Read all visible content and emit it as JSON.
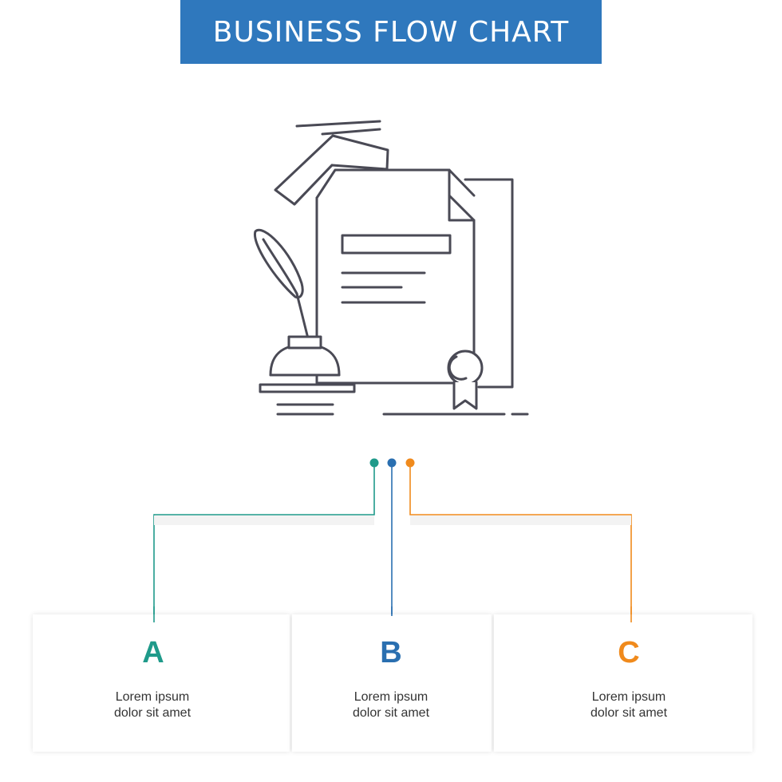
{
  "title": "BUSINESS FLOW CHART",
  "colors": {
    "banner": "#2f78bd",
    "A": "#1f9a8a",
    "B": "#2a6fb0",
    "C": "#f08a1c",
    "icon_stroke": "#4a4a55"
  },
  "icon": "certificate-with-graduation-cap-quill-and-inkwell-icon",
  "options": [
    {
      "letter": "A",
      "line1": "Lorem ipsum",
      "line2": "dolor sit amet"
    },
    {
      "letter": "B",
      "line1": "Lorem ipsum",
      "line2": "dolor sit amet"
    },
    {
      "letter": "C",
      "line1": "Lorem ipsum",
      "line2": "dolor sit amet"
    }
  ]
}
